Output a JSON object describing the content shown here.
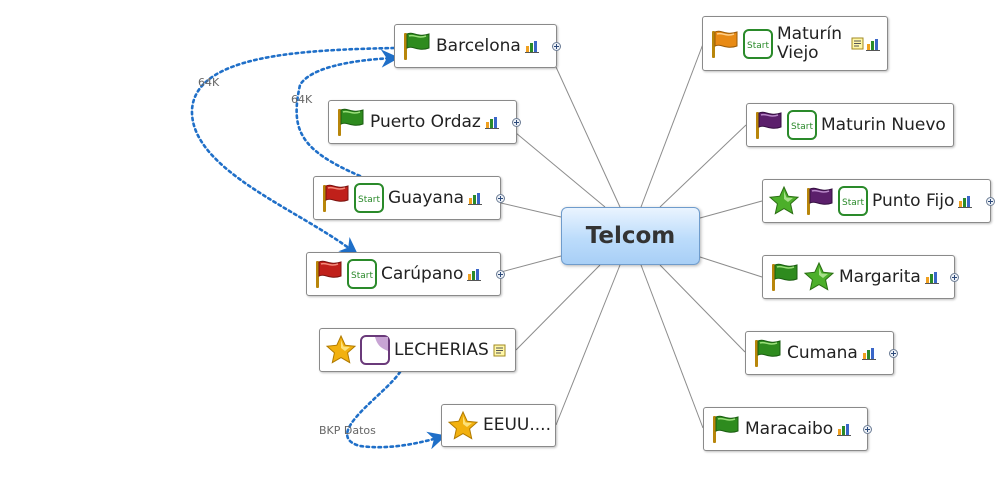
{
  "central": {
    "title": "Telcom"
  },
  "connections": [
    {
      "label": "64K"
    },
    {
      "label": "64K"
    },
    {
      "label": "BKP Datos"
    }
  ],
  "colors": {
    "green_flag": "#2e8b1e",
    "red_flag": "#c0201a",
    "orange_flag": "#e88a14",
    "purple_flag": "#5b1f6b",
    "star": "#f2b10f",
    "green_star": "#4caf2a",
    "link_blue": "#1f6fc8"
  },
  "left_topics": [
    {
      "label": "Barcelona",
      "icons": [
        "green-flag-icon"
      ],
      "markers": [
        "chart-icon"
      ]
    },
    {
      "label": "Puerto Ordaz",
      "icons": [
        "green-flag-icon"
      ],
      "markers": [
        "chart-icon"
      ]
    },
    {
      "label": "Guayana",
      "icons": [
        "red-flag-icon",
        "start-icon"
      ],
      "markers": [
        "chart-icon"
      ]
    },
    {
      "label": "Carúpano",
      "icons": [
        "red-flag-icon",
        "start-icon"
      ],
      "markers": [
        "chart-icon"
      ]
    },
    {
      "label": "LECHERIAS",
      "icons": [
        "gold-star-icon",
        "page-icon"
      ],
      "markers": [
        "note-icon"
      ]
    },
    {
      "label": "EEUU....",
      "icons": [
        "gold-star-icon"
      ],
      "markers": []
    }
  ],
  "right_topics": [
    {
      "label": "Maturín Viejo",
      "icons": [
        "orange-flag-icon",
        "start-icon"
      ],
      "markers": [
        "note-icon",
        "chart-icon"
      ]
    },
    {
      "label": "Maturin Nuevo",
      "icons": [
        "purple-flag-icon",
        "start-icon"
      ],
      "markers": []
    },
    {
      "label": "Punto Fijo",
      "icons": [
        "green-star-icon",
        "purple-flag-icon",
        "start-icon"
      ],
      "markers": [
        "chart-icon"
      ]
    },
    {
      "label": "Margarita",
      "icons": [
        "green-flag-icon",
        "green-star-icon"
      ],
      "markers": [
        "chart-icon"
      ]
    },
    {
      "label": "Cumana",
      "icons": [
        "green-flag-icon"
      ],
      "markers": [
        "chart-icon"
      ]
    },
    {
      "label": "Maracaibo",
      "icons": [
        "green-flag-icon"
      ],
      "markers": [
        "chart-icon"
      ]
    }
  ],
  "start_text": "Start"
}
